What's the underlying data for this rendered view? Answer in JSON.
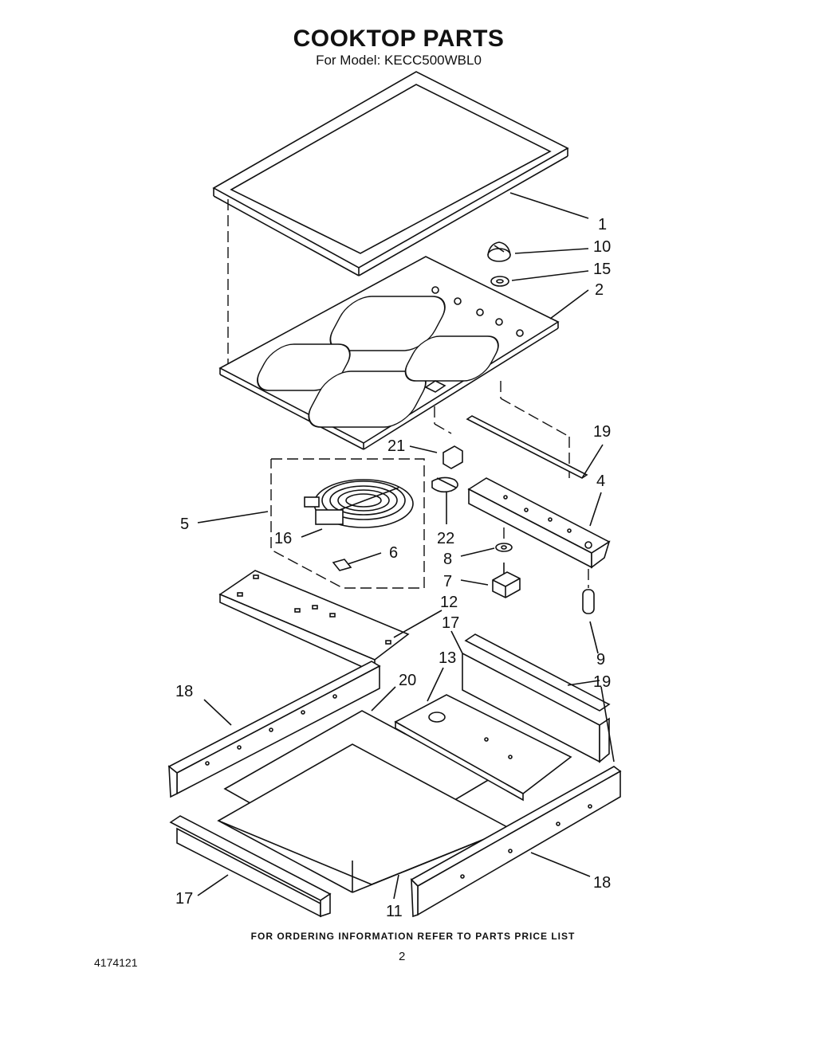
{
  "header": {
    "title": "COOKTOP PARTS",
    "subtitle": "For Model: KECC500WBL0"
  },
  "callouts": [
    "1",
    "10",
    "15",
    "2",
    "19",
    "4",
    "21",
    "5",
    "16",
    "6",
    "22",
    "8",
    "7",
    "9",
    "12",
    "17",
    "13",
    "19",
    "18",
    "20",
    "18",
    "17",
    "11"
  ],
  "footer": {
    "ordering_note": "FOR ORDERING INFORMATION REFER TO PARTS PRICE LIST",
    "page_number": "2",
    "document_number": "4174121"
  }
}
